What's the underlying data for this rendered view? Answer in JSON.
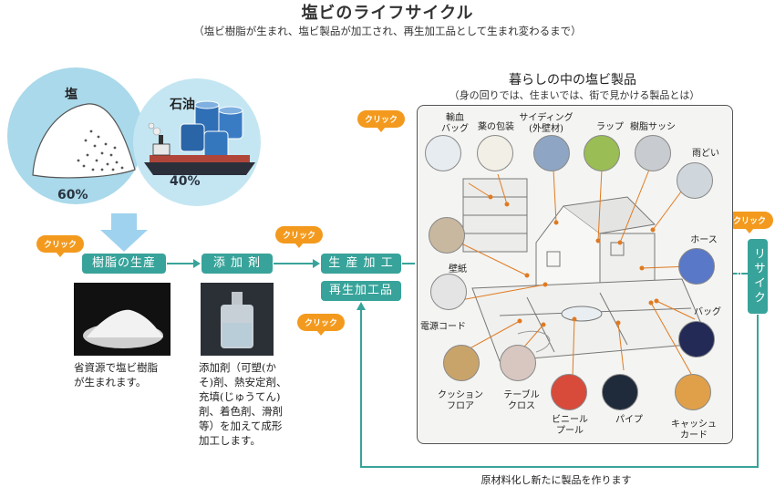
{
  "header": {
    "title": "塩ビのライフサイクル",
    "subtitle": "（塩ビ樹脂が生まれ、塩ビ製品が加工され、再生加工品として生まれ変わるまで）"
  },
  "resources": {
    "salt_label": "塩",
    "salt_pct": "60%",
    "oil_label": "石油",
    "oil_pct": "40%"
  },
  "flow": {
    "resin": "樹脂の生産",
    "additive": "添 加 剤",
    "processing": "生 産 加 工",
    "recycled": "再生加工品",
    "recycle": "リサイクル",
    "click": "クリック"
  },
  "descriptions": {
    "resin": [
      "省資源で塩ビ樹脂",
      "が生まれます。"
    ],
    "additive": [
      "添加剤（可塑(か",
      "そ)剤、熱安定剤、",
      "充填(じゅうてん)",
      "剤、着色剤、滑剤",
      "等）を加えて成形",
      "加工します。"
    ]
  },
  "products_section": {
    "title": "暮らしの中の塩ビ製品",
    "subtitle": "（身の回りでは、住まいでは、街で見かける製品とは）"
  },
  "products": [
    {
      "label": [
        "輸血",
        "バッグ"
      ],
      "icon": "blood-bag-icon"
    },
    {
      "label": [
        "薬の包装"
      ],
      "icon": "medicine-pack-icon"
    },
    {
      "label": [
        "サイディング",
        "(外壁材)"
      ],
      "icon": "siding-icon"
    },
    {
      "label": [
        "ラップ"
      ],
      "icon": "wrap-icon"
    },
    {
      "label": [
        "樹脂サッシ"
      ],
      "icon": "window-sash-icon"
    },
    {
      "label": [
        "雨どい"
      ],
      "icon": "gutter-icon"
    },
    {
      "label": [
        "壁紙"
      ],
      "icon": "wallpaper-icon"
    },
    {
      "label": [
        "ホース"
      ],
      "icon": "hose-icon"
    },
    {
      "label": [
        "電源コード"
      ],
      "icon": "power-cord-icon"
    },
    {
      "label": [
        "バッグ"
      ],
      "icon": "bag-icon"
    },
    {
      "label": [
        "クッション",
        "フロア"
      ],
      "icon": "cushion-floor-icon"
    },
    {
      "label": [
        "テーブル",
        "クロス"
      ],
      "icon": "tablecloth-icon"
    },
    {
      "label": [
        "ビニール",
        "プール"
      ],
      "icon": "vinyl-pool-icon"
    },
    {
      "label": [
        "パイプ"
      ],
      "icon": "pipe-icon"
    },
    {
      "label": [
        "キャッシュ",
        "カード"
      ],
      "icon": "cash-card-icon"
    }
  ],
  "footer": {
    "recycle_caption": "原材料化し新たに製品を作ります"
  },
  "colors": {
    "teal": "#38a39a",
    "orange": "#f39a1e",
    "arrow_blue": "#9fd2ee",
    "salt_circle": "#a9d9ea",
    "oil_circle": "#c4e6f2",
    "leader": "#e07a20"
  }
}
